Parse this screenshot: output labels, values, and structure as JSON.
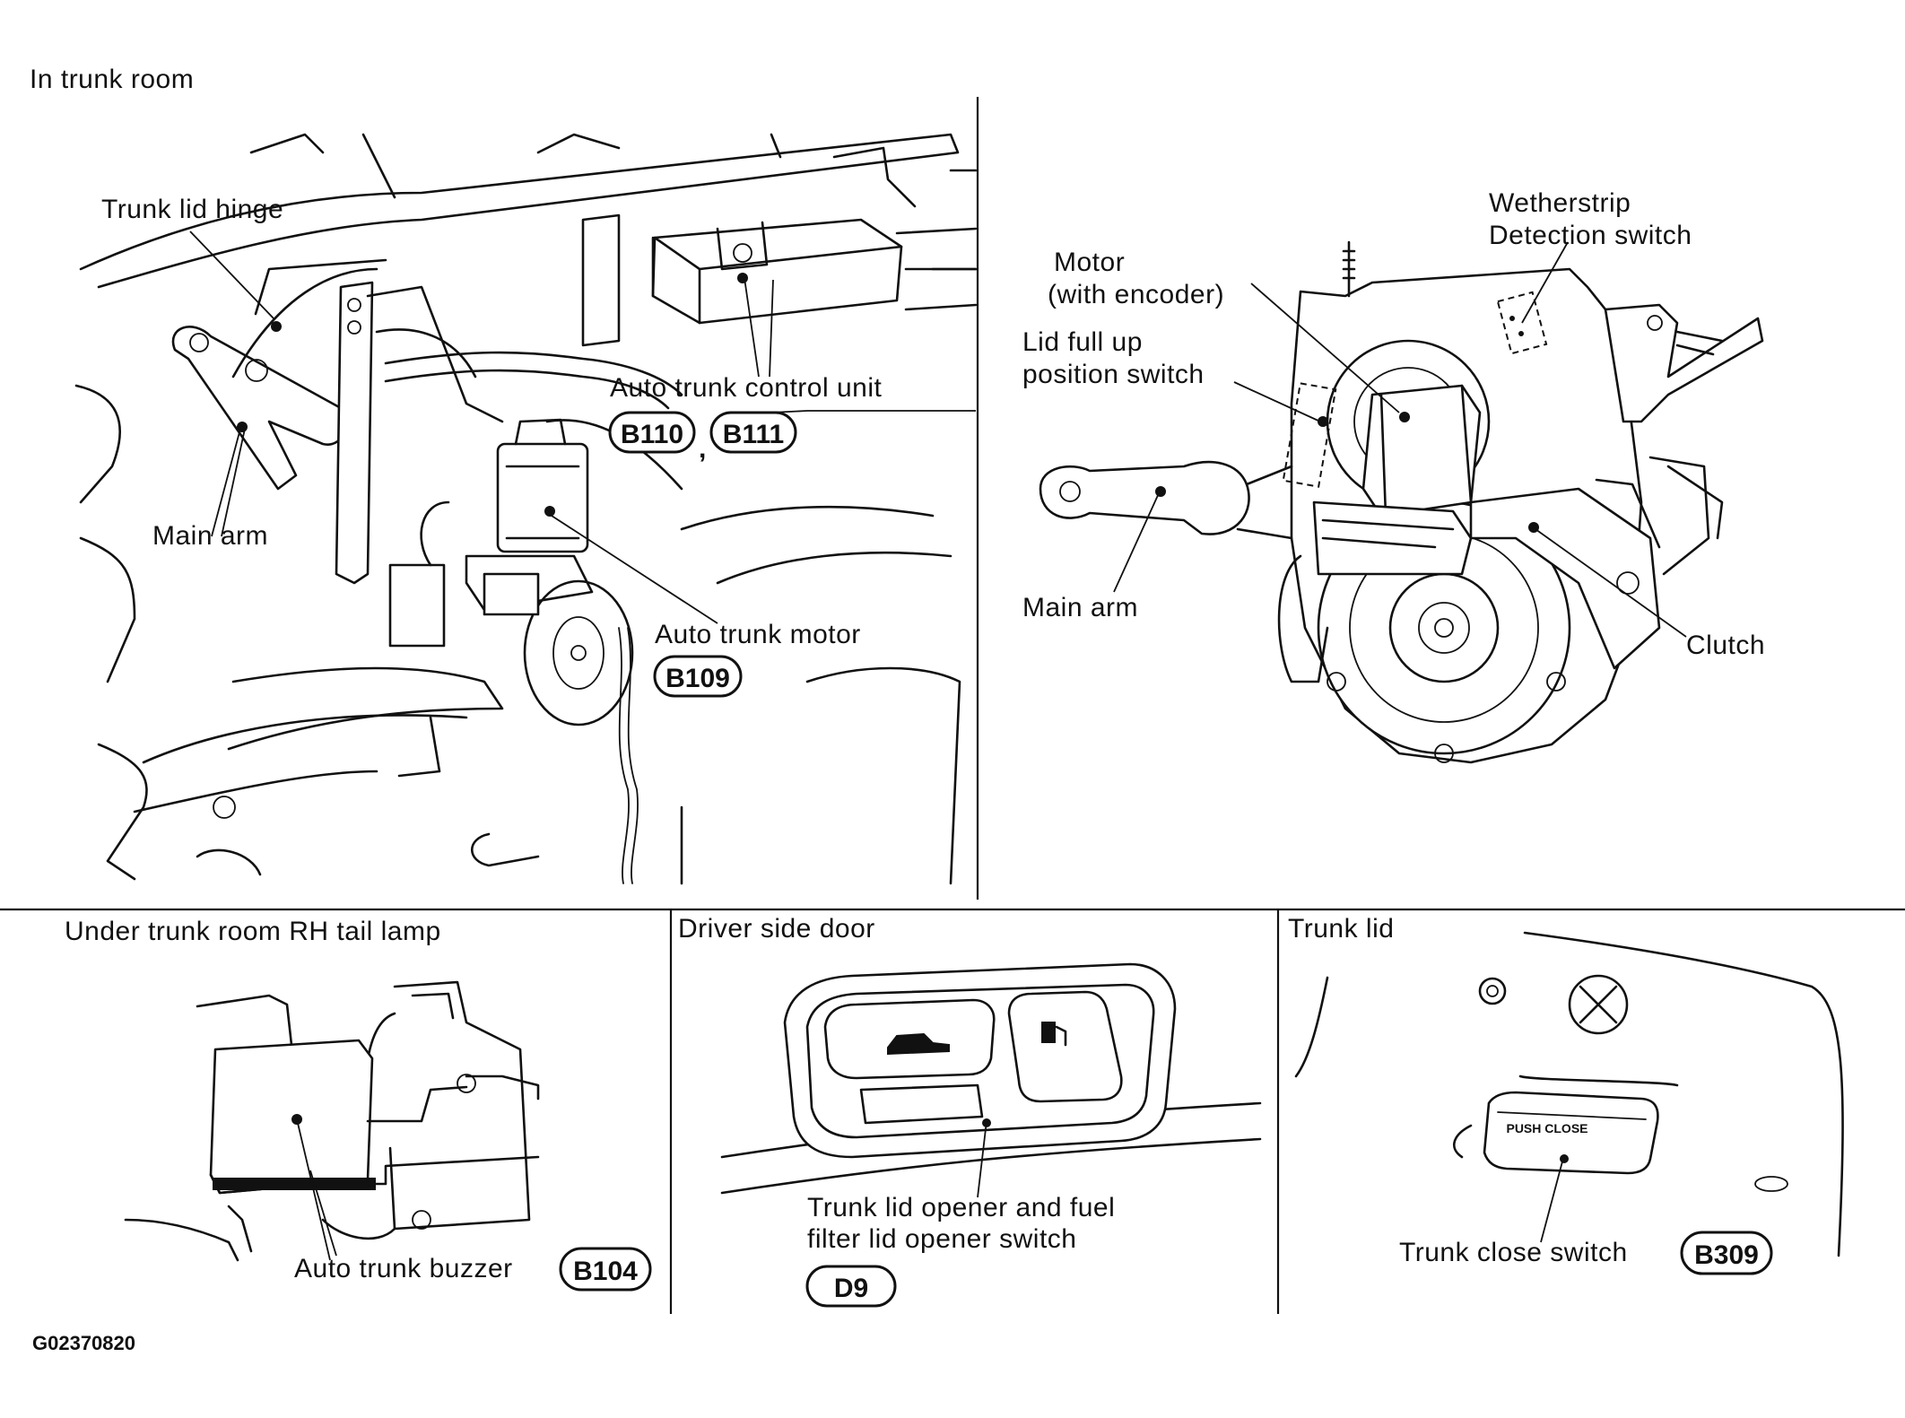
{
  "figure_id": "G02370820",
  "panels": {
    "trunk_room": {
      "title": "In trunk room",
      "labels": {
        "trunk_lid_hinge": "Trunk lid hinge",
        "main_arm": "Main arm",
        "control_unit": "Auto trunk control unit",
        "motor": "Auto trunk motor",
        "comma": ","
      },
      "connectors": {
        "control_a": "B110",
        "control_b": "B111",
        "motor": "B109"
      }
    },
    "motor_detail": {
      "labels": {
        "weatherstrip_1": "Wetherstrip",
        "weatherstrip_2": "Detection switch",
        "motor_1": "Motor",
        "motor_2": "(with encoder)",
        "lid_switch_1": "Lid full up",
        "lid_switch_2": "position switch",
        "main_arm": "Main arm",
        "clutch": "Clutch"
      }
    },
    "tail_lamp": {
      "title": "Under trunk room RH tail lamp",
      "labels": {
        "buzzer": "Auto trunk buzzer"
      },
      "connectors": {
        "buzzer": "B104"
      }
    },
    "driver_door": {
      "title": "Driver side door",
      "labels": {
        "opener_1": "Trunk lid opener and fuel",
        "opener_2": "filter lid opener switch"
      },
      "connectors": {
        "opener": "D9"
      }
    },
    "trunk_lid": {
      "title": "Trunk lid",
      "labels": {
        "close_switch": "Trunk close switch",
        "push_close": "PUSH CLOSE"
      },
      "connectors": {
        "close_switch": "B309"
      }
    }
  }
}
